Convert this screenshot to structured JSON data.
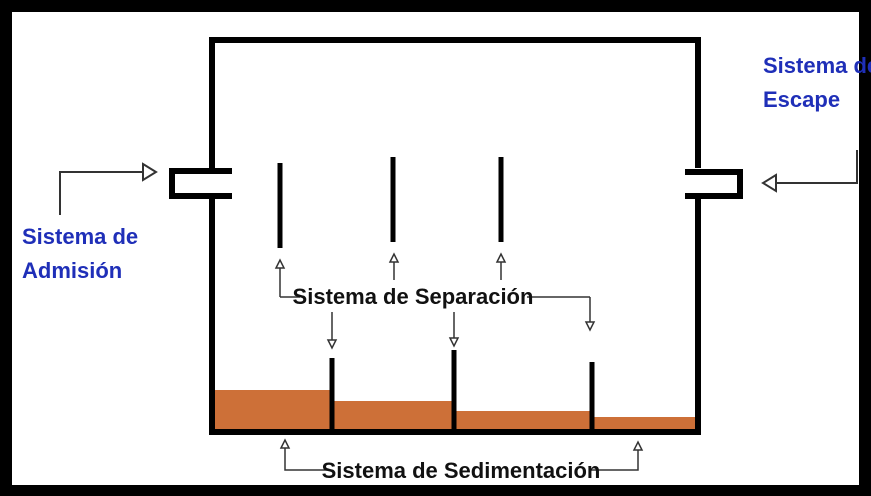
{
  "labels": {
    "intake_line1": "Sistema de",
    "intake_line2": "Admisión",
    "exhaust_line1": "Sistema de",
    "exhaust_line2": "Escape",
    "separation": "Sistema de Separación",
    "sedimentation": "Sistema de Sedimentación"
  },
  "colors": {
    "frame": "#000000",
    "background": "#ffffff",
    "label_blue": "#1f2fb8",
    "label_black": "#111111",
    "sediment": "#cd7038"
  },
  "icons": {
    "arrow": "hollow-triangle-arrowhead"
  }
}
